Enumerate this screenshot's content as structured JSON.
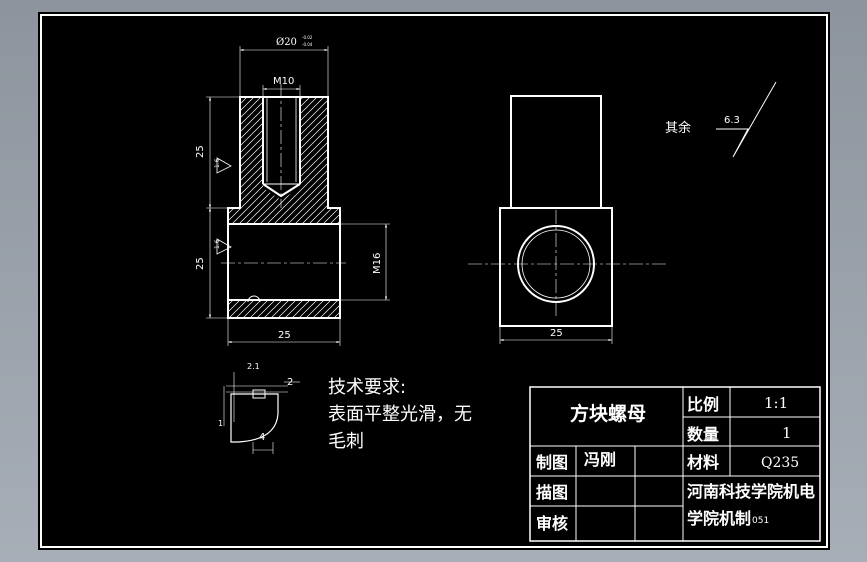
{
  "drawing": {
    "front_view": {
      "dim_top_diameter": "Ø20",
      "dim_top_tol_upper": "-0.02",
      "dim_top_tol_lower": "-0.04",
      "dim_thread_top": "M10",
      "dim_height_upper": "25",
      "dim_height_lower": "25",
      "dim_width_bottom": "25",
      "dim_thread_side": "M16",
      "roughness_upper": "1.6",
      "roughness_lower": "1.6"
    },
    "side_view": {
      "dim_width": "25"
    },
    "surface_note": {
      "label": "其余",
      "value": "6.3"
    },
    "detail": {
      "dim_top": "2.1",
      "dim_right": "2",
      "dim_bottom": "4",
      "dim_left": "1"
    },
    "tech_requirements": {
      "title": "技术要求:",
      "line1": "表面平整光滑，无",
      "line2": "毛刺"
    },
    "title_block": {
      "part_name": "方块螺母",
      "scale_label": "比例",
      "scale_value": "1:1",
      "qty_label": "数量",
      "qty_value": "1",
      "drawn_label": "制图",
      "drawn_by": "冯刚",
      "material_label": "材料",
      "material_value": "Q235",
      "traced_label": "描图",
      "checked_label": "审核",
      "school_line1": "河南科技学院机电",
      "school_line2": "学院机制",
      "class_code": "051"
    }
  }
}
